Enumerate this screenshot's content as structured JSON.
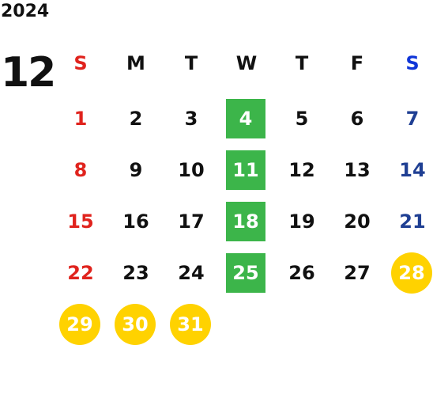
{
  "year": "2024",
  "month": "12",
  "weekday_headers": [
    "S",
    "M",
    "T",
    "W",
    "T",
    "F",
    "S"
  ],
  "weeks": [
    [
      "",
      "",
      "",
      "",
      "",
      "",
      ""
    ],
    [
      "1",
      "2",
      "3",
      "4",
      "5",
      "6",
      "7"
    ],
    [
      "8",
      "9",
      "10",
      "11",
      "12",
      "13",
      "14"
    ],
    [
      "15",
      "16",
      "17",
      "18",
      "19",
      "20",
      "21"
    ],
    [
      "22",
      "23",
      "24",
      "25",
      "26",
      "27",
      "28"
    ],
    [
      "29",
      "30",
      "31",
      "",
      "",
      "",
      ""
    ]
  ],
  "highlights": {
    "green_days": [
      "4",
      "11",
      "18",
      "25"
    ],
    "yellow_days": [
      "28",
      "29",
      "30",
      "31"
    ]
  },
  "colors": {
    "sunday": "#e0231d",
    "saturday": "#1f3f93",
    "saturday_header": "#1036d8",
    "weekday": "#111111",
    "green_highlight": "#3cb54a",
    "yellow_highlight": "#ffd200"
  }
}
